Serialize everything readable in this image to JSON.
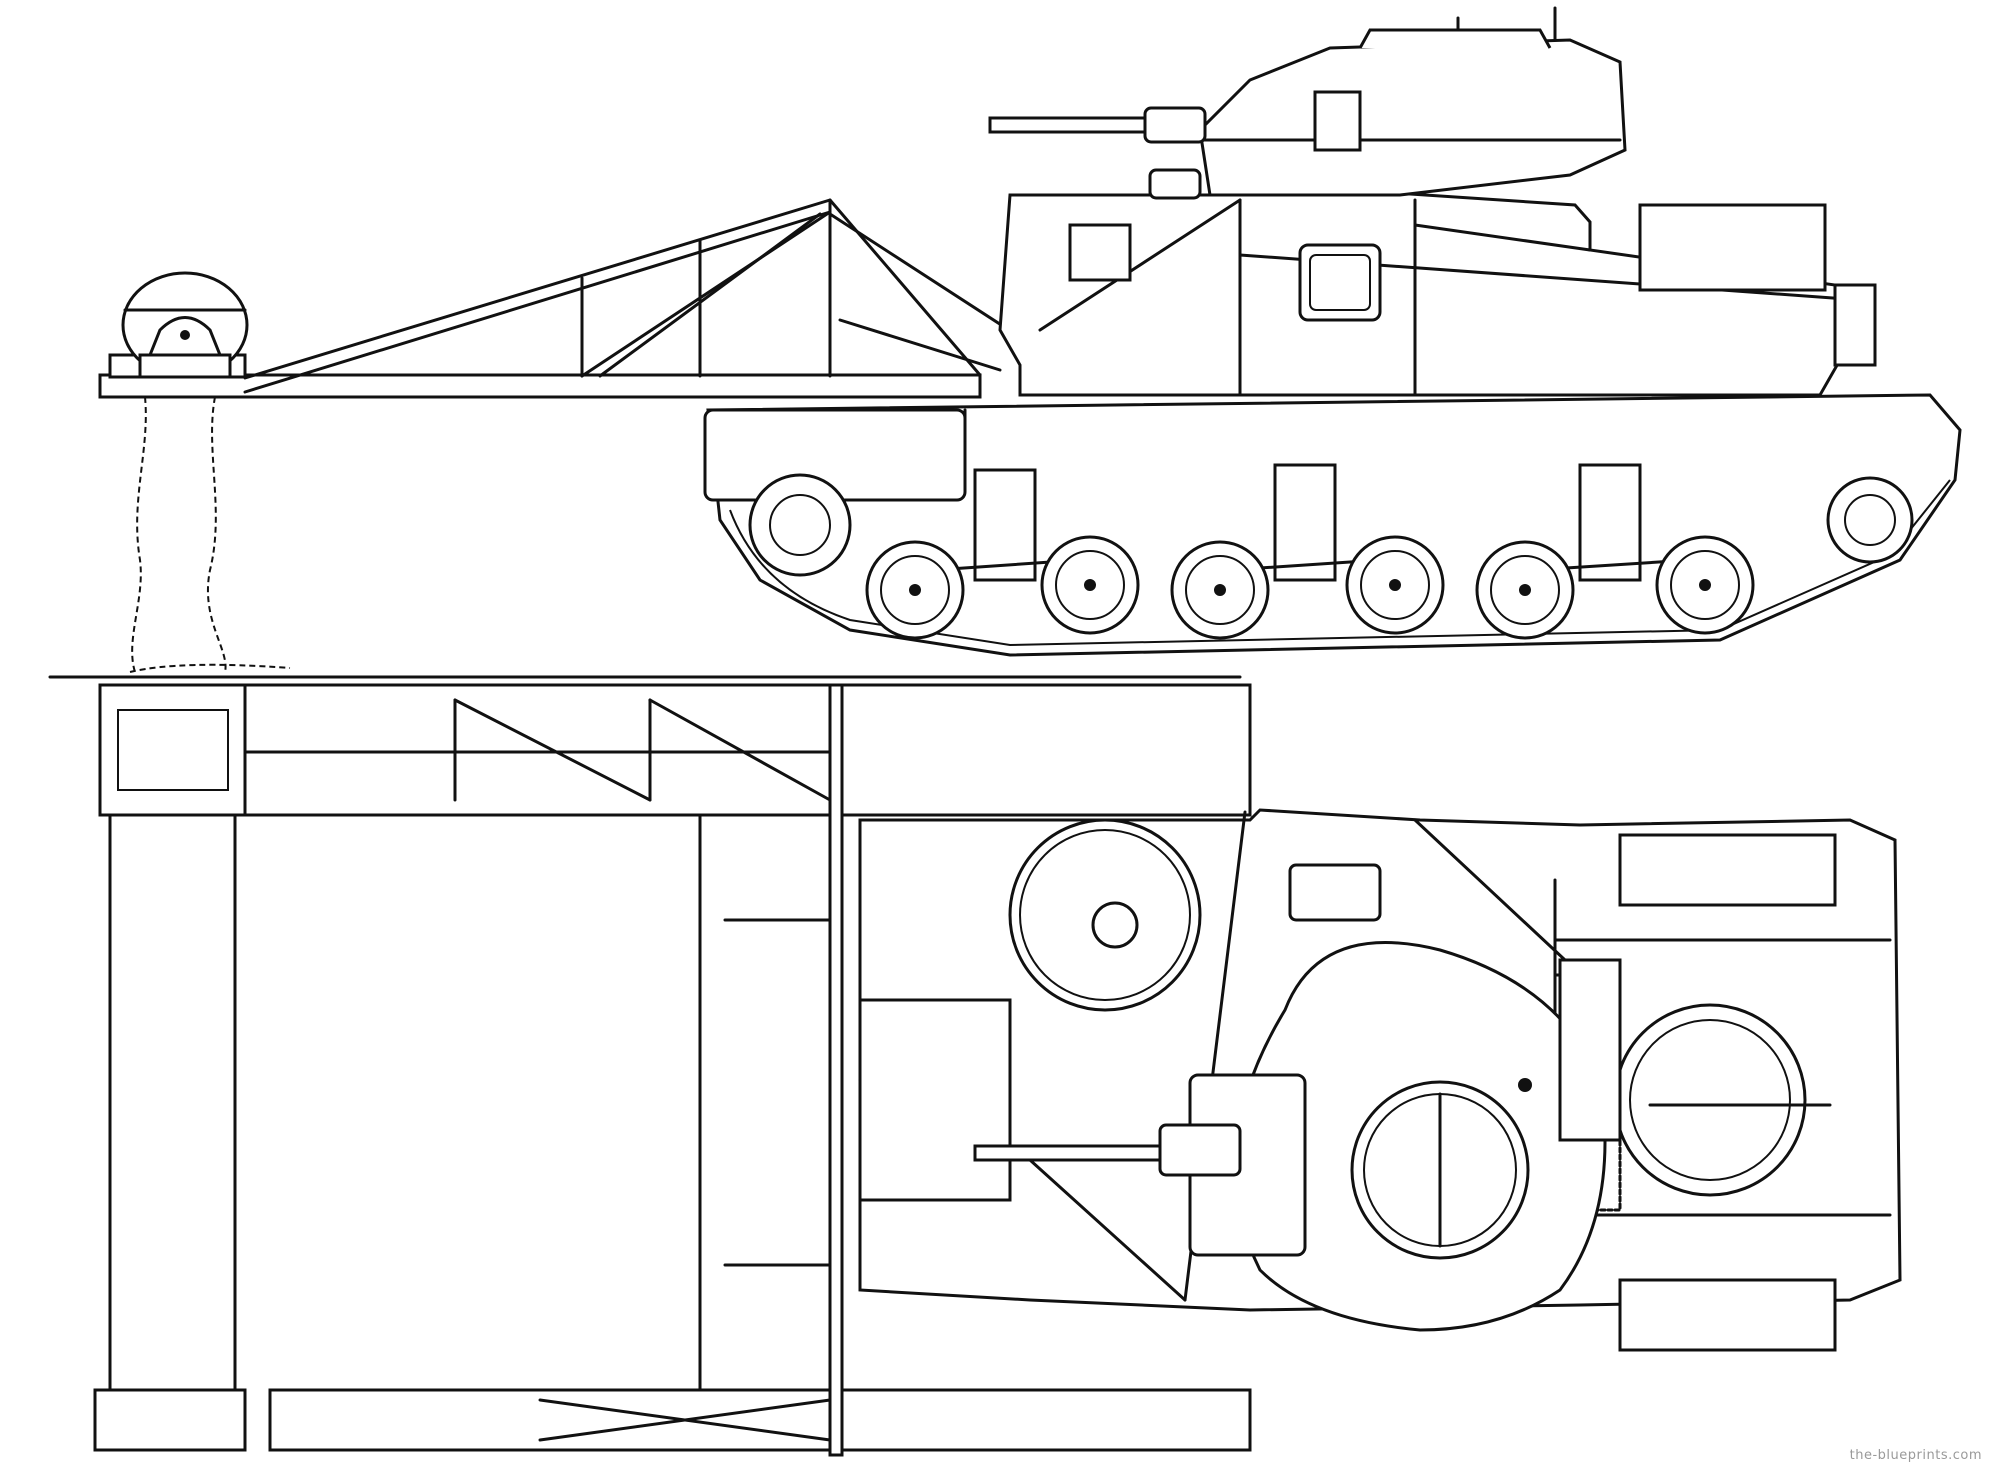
{
  "watermark": "the-blueprints.com",
  "views": [
    {
      "id": "side",
      "subject": "tank side elevation with recovery crane boom"
    },
    {
      "id": "top",
      "subject": "tank top plan with gantry frame"
    }
  ]
}
